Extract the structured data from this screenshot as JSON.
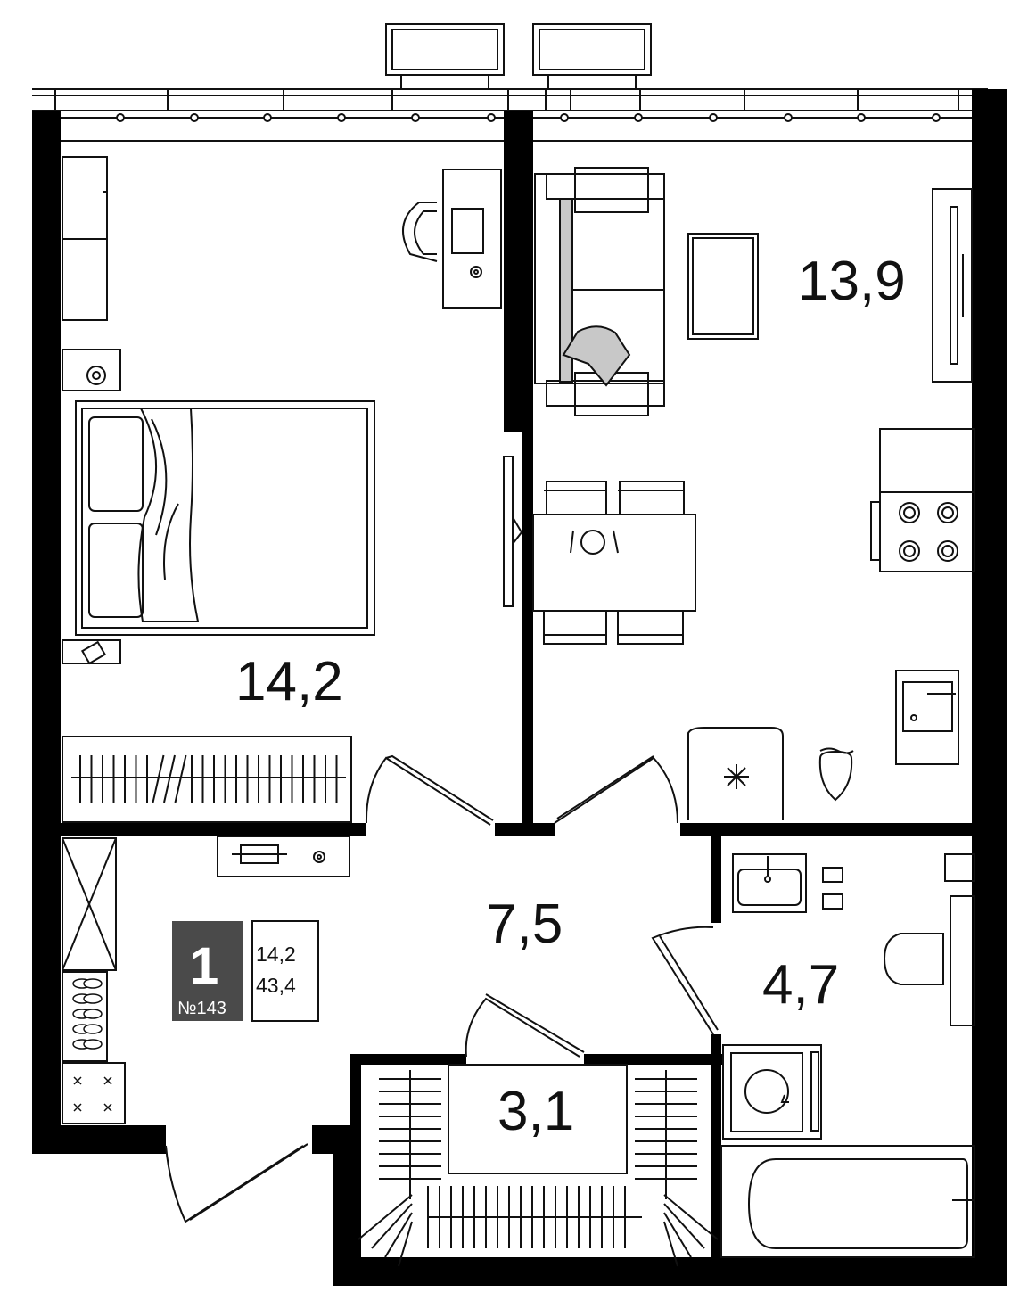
{
  "apartment": {
    "rooms_count": "1",
    "number_label": "№143",
    "living_area": "14,2",
    "total_area": "43,4"
  },
  "rooms": {
    "bedroom": "14,2",
    "living_kitchen": "13,9",
    "hallway": "7,5",
    "bathroom": "4,7",
    "wardrobe": "3,1"
  },
  "colors": {
    "walls": "#000000",
    "badge": "#4a4a4a",
    "accent_gray": "#c8c8c8"
  }
}
